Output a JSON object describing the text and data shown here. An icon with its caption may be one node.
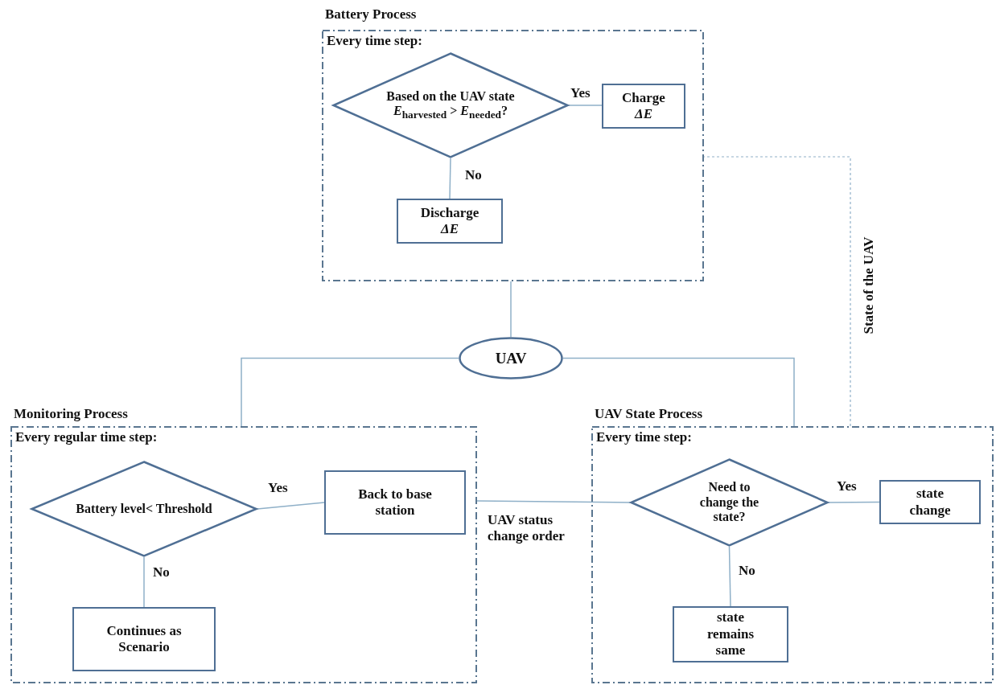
{
  "diagram": {
    "nodes": [
      {
        "text": [
          "Battery Process",
          "Every time step:"
        ]
      },
      {
        "text": [
          "Based on the UAV state *E*$_{harvested}$ > *E*$_{needed}$?"
        ],
        "in": 0
      },
      {
        "text": [
          "Charge *ΔE*"
        ],
        "in": 0
      },
      {
        "text": [
          "Discharge *ΔE*"
        ],
        "in": 0
      },
      {
        "text": [
          "UAV"
        ]
      },
      {
        "text": [
          "Monitoring Process",
          "Every regular time step:"
        ]
      },
      {
        "text": [
          "Battery level< Threshold"
        ],
        "in": 5
      },
      {
        "text": [
          "Back to base station"
        ],
        "in": 5
      },
      {
        "text": [
          "Continues as Scenario"
        ],
        "in": 5
      },
      {
        "text": [
          "UAV State Process",
          "Every time step:"
        ]
      },
      {
        "text": [
          "Need to change the state?"
        ],
        "in": 9
      },
      {
        "text": [
          "state change"
        ],
        "in": 9
      },
      {
        "text": [
          "state remains same"
        ],
        "in": 9
      }
    ],
    "edges": [
      {
        "from": 1,
        "to": 2,
        "arrow": "none",
        "label": "Yes"
      },
      {
        "from": 1,
        "to": 3,
        "arrow": "none",
        "label": "No"
      },
      {
        "from": 0,
        "to": 4,
        "arrow": "none"
      },
      {
        "from": 4,
        "to": 5,
        "arrow": "none"
      },
      {
        "from": 4,
        "to": 9,
        "arrow": "none"
      },
      {
        "from": 9,
        "to": 0,
        "arrow": "none",
        "label": "State of the UAV",
        "style": "dashed"
      },
      {
        "from": 6,
        "to": 7,
        "arrow": "none",
        "label": "Yes"
      },
      {
        "from": 6,
        "to": 8,
        "arrow": "none",
        "label": "No"
      },
      {
        "from": 5,
        "to": 10,
        "arrow": "none",
        "label": "UAV status change order"
      },
      {
        "from": 10,
        "to": 11,
        "arrow": "none",
        "label": "Yes"
      },
      {
        "from": 10,
        "to": 12,
        "arrow": "none",
        "label": "No"
      }
    ]
  }
}
